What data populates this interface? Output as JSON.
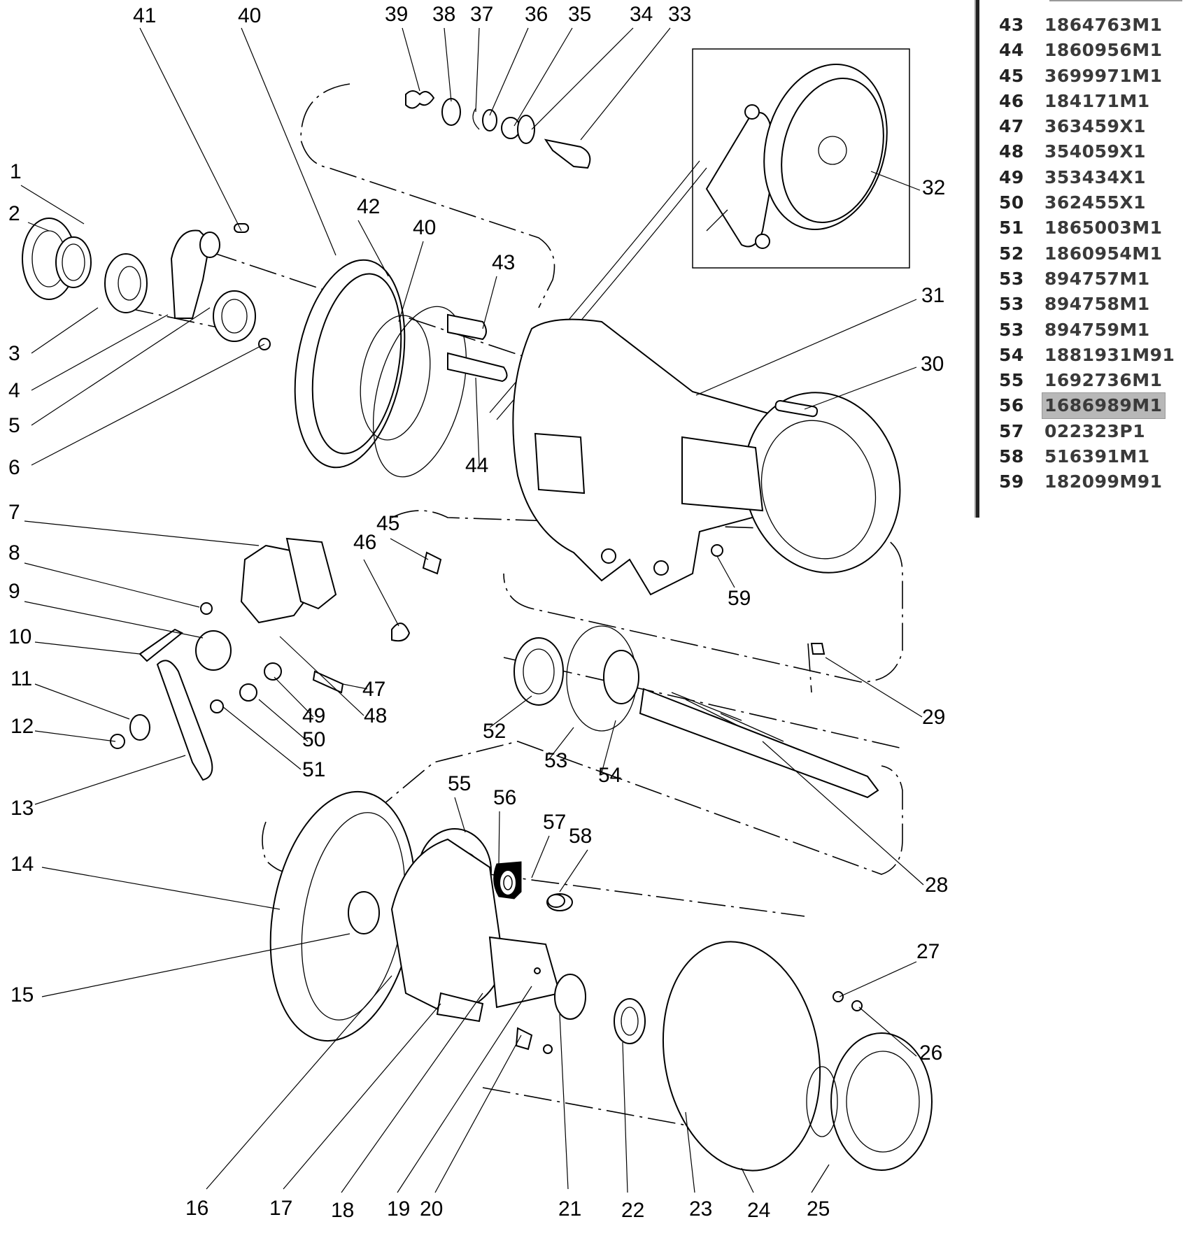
{
  "diagram": {
    "title": "Exploded parts diagram",
    "highlighted_callout": "56",
    "callouts": [
      "1",
      "2",
      "3",
      "4",
      "5",
      "6",
      "7",
      "8",
      "9",
      "10",
      "11",
      "12",
      "13",
      "14",
      "15",
      "16",
      "17",
      "18",
      "19",
      "20",
      "21",
      "22",
      "23",
      "24",
      "25",
      "26",
      "27",
      "28",
      "29",
      "30",
      "31",
      "32",
      "33",
      "34",
      "35",
      "36",
      "37",
      "38",
      "39",
      "40",
      "40",
      "41",
      "42",
      "43",
      "44",
      "45",
      "46",
      "47",
      "48",
      "49",
      "50",
      "51",
      "52",
      "53",
      "54",
      "55",
      "56",
      "57",
      "58",
      "59"
    ]
  },
  "parts_list": {
    "selected_ref": "56",
    "rows": [
      {
        "ref": "43",
        "part_number": "1864763M1"
      },
      {
        "ref": "44",
        "part_number": "1860956M1"
      },
      {
        "ref": "45",
        "part_number": "3699971M1"
      },
      {
        "ref": "46",
        "part_number": "184171M1"
      },
      {
        "ref": "47",
        "part_number": "363459X1"
      },
      {
        "ref": "48",
        "part_number": "354059X1"
      },
      {
        "ref": "49",
        "part_number": "353434X1"
      },
      {
        "ref": "50",
        "part_number": "362455X1"
      },
      {
        "ref": "51",
        "part_number": "1865003M1"
      },
      {
        "ref": "52",
        "part_number": "1860954M1"
      },
      {
        "ref": "53",
        "part_number": "894757M1"
      },
      {
        "ref": "53",
        "part_number": "894758M1"
      },
      {
        "ref": "53",
        "part_number": "894759M1"
      },
      {
        "ref": "54",
        "part_number": "1881931M91"
      },
      {
        "ref": "55",
        "part_number": "1692736M1"
      },
      {
        "ref": "56",
        "part_number": "1686989M1"
      },
      {
        "ref": "57",
        "part_number": "022323P1"
      },
      {
        "ref": "58",
        "part_number": "516391M1"
      },
      {
        "ref": "59",
        "part_number": "182099M91"
      }
    ]
  }
}
